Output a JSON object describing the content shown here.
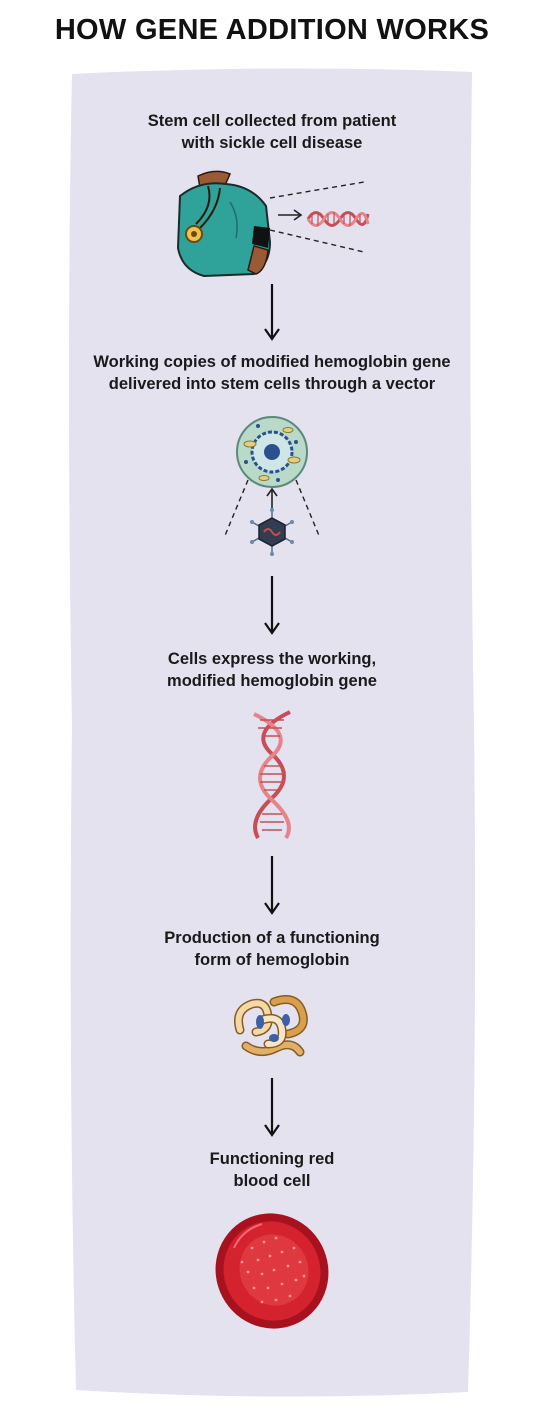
{
  "title": "HOW GENE ADDITION WORKS",
  "colors": {
    "panel": "#e3e2ee",
    "shirt": "#2fa39a",
    "skin": "#9a5a34",
    "dna": "#d9656b",
    "cell_outer": "#b9d9c9",
    "cell_nucleus": "#2c4f8f",
    "virus": "#333d52",
    "protein": "#d8a04a",
    "protein_blue": "#3d5fa8",
    "rbc": "#d4232f"
  },
  "steps": [
    {
      "line1": "Stem cell collected from patient",
      "line2": "with sickle cell disease"
    },
    {
      "line1": "Working copies of modified hemoglobin gene",
      "line2": "delivered into stem cells through a vector"
    },
    {
      "line1": "Cells express the working,",
      "line2": "modified hemoglobin gene"
    },
    {
      "line1": "Production of a functioning",
      "line2": "form of hemoglobin"
    },
    {
      "line1": "Functioning red",
      "line2": "blood cell"
    }
  ],
  "icons": [
    "patient-torso-icon",
    "dna-helix-icon",
    "stem-cell-icon",
    "viral-vector-icon",
    "hemoglobin-protein-icon",
    "red-blood-cell-icon"
  ]
}
